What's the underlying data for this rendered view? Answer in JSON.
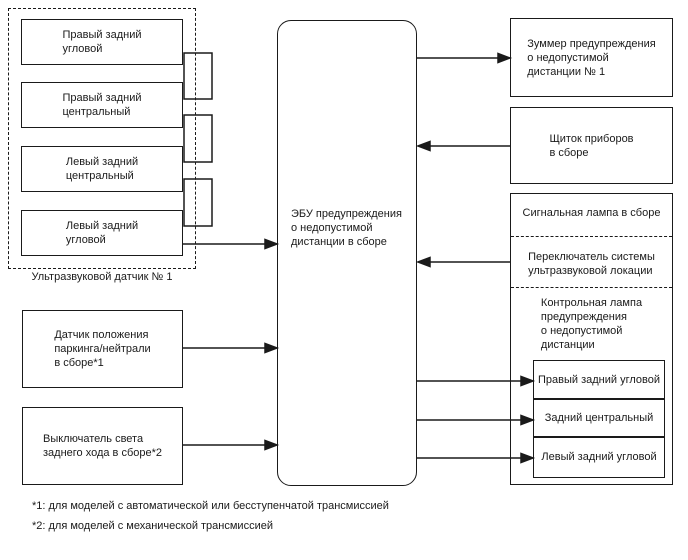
{
  "sensor_group": {
    "label": "Ультразвуковой датчик № 1",
    "sensors": [
      "Правый задний\nугловой",
      "Правый задний\nцентральный",
      "Левый задний\nцентральный",
      "Левый задний\nугловой"
    ]
  },
  "inputs": {
    "parking_sensor": "Датчик положения\nпаркинга/нейтрали\nв сборе*1",
    "reverse_switch": "Выключатель света\nзаднего хода в сборе*2"
  },
  "ecu": {
    "label": "ЭБУ предупреждения\nо недопустимой\nдистанции в сборе"
  },
  "outputs": {
    "buzzer": "Зуммер предупреждения\nо недопустимой\nдистанции № 1",
    "instrument_cluster": "Щиток приборов\nв сборе",
    "combination": {
      "signal_lamp": "Сигнальная лампа в сборе",
      "sonar_switch": "Переключатель системы\nультразвуковой локации",
      "warning_lamp_header": "Контрольная лампа\nпредупреждения\nо недопустимой\nдистанции",
      "indicators": [
        "Правый задний угловой",
        "Задний центральный",
        "Левый задний угловой"
      ]
    }
  },
  "footnotes": [
    "*1: для моделей с автоматической или бесступенчатой трансмиссией",
    "*2: для моделей с механической трансмиссией"
  ],
  "colors": {
    "line": "#1a1a1a",
    "background": "#ffffff",
    "text": "#1a1a1a"
  }
}
